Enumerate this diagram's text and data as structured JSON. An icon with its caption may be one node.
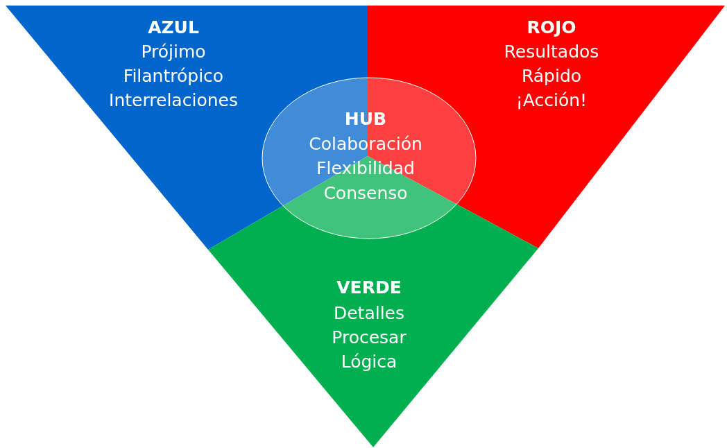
{
  "diagram": {
    "nodes": [
      {
        "text": [
          "AZUL",
          "Prójimo",
          "Filantrópico",
          "Interrelaciones"
        ]
      },
      {
        "text": [
          "ROJO",
          "Resultados",
          "Rápido",
          "¡Acción!"
        ]
      },
      {
        "text": [
          "VERDE",
          "Detalles",
          "Procesar",
          "Lógica"
        ]
      },
      {
        "text": [
          "HUB",
          "Colaboración",
          "Flexibilidad",
          "Consenso"
        ]
      }
    ]
  }
}
